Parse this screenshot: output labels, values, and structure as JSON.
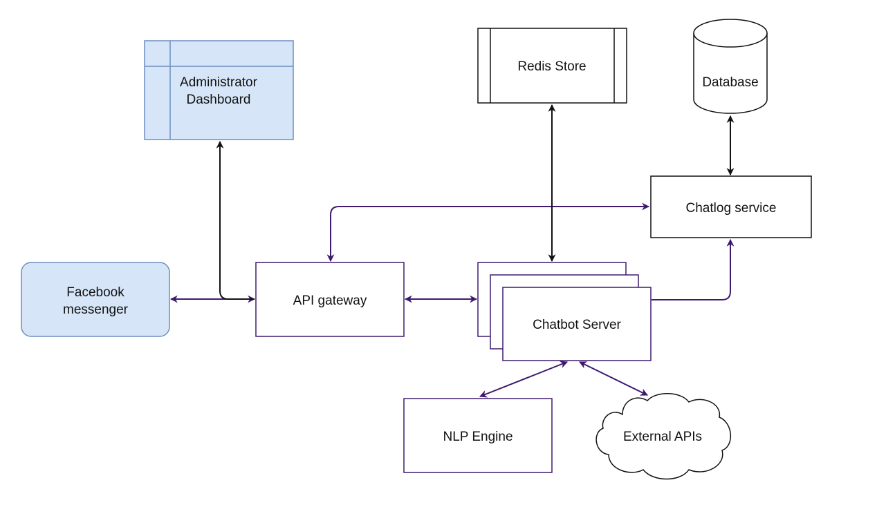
{
  "colors": {
    "purple": "#3d1a6e",
    "black": "#111111",
    "blue_fill": "#d6e6f8",
    "blue_stroke": "#6c8ebf"
  },
  "nodes": {
    "admin_dashboard": {
      "line1": "Administrator",
      "line2": "Dashboard",
      "shape": "table-icon"
    },
    "redis_store": {
      "label": "Redis Store",
      "shape": "process-box"
    },
    "database": {
      "label": "Database",
      "shape": "cylinder"
    },
    "chatlog_service": {
      "label": "Chatlog service"
    },
    "facebook_messenger": {
      "line1": "Facebook",
      "line2": "messenger"
    },
    "api_gateway": {
      "label": "API gateway"
    },
    "chatbot_server": {
      "label": "Chatbot Server",
      "shape": "stacked-boxes"
    },
    "nlp_engine": {
      "label": "NLP Engine"
    },
    "external_apis": {
      "label": "External APIs",
      "shape": "cloud"
    }
  },
  "edges": [
    {
      "from": "Facebook messenger",
      "to": "API gateway",
      "direction": "both",
      "color": "purple"
    },
    {
      "from": "API gateway",
      "to": "Administrator Dashboard",
      "direction": "to",
      "color": "black"
    },
    {
      "from": "API gateway",
      "to": "Chatbot Server",
      "direction": "both",
      "color": "purple"
    },
    {
      "from": "API gateway",
      "to": "Chatlog service",
      "direction": "both",
      "color": "purple"
    },
    {
      "from": "Chatbot Server",
      "to": "Redis Store",
      "direction": "both",
      "color": "black"
    },
    {
      "from": "Chatlog service",
      "to": "Database",
      "direction": "both",
      "color": "black"
    },
    {
      "from": "Chatbot Server",
      "to": "Chatlog service",
      "direction": "to",
      "color": "purple"
    },
    {
      "from": "Chatbot Server",
      "to": "NLP Engine",
      "direction": "both",
      "color": "purple"
    },
    {
      "from": "Chatbot Server",
      "to": "External APIs",
      "direction": "both",
      "color": "purple"
    }
  ]
}
